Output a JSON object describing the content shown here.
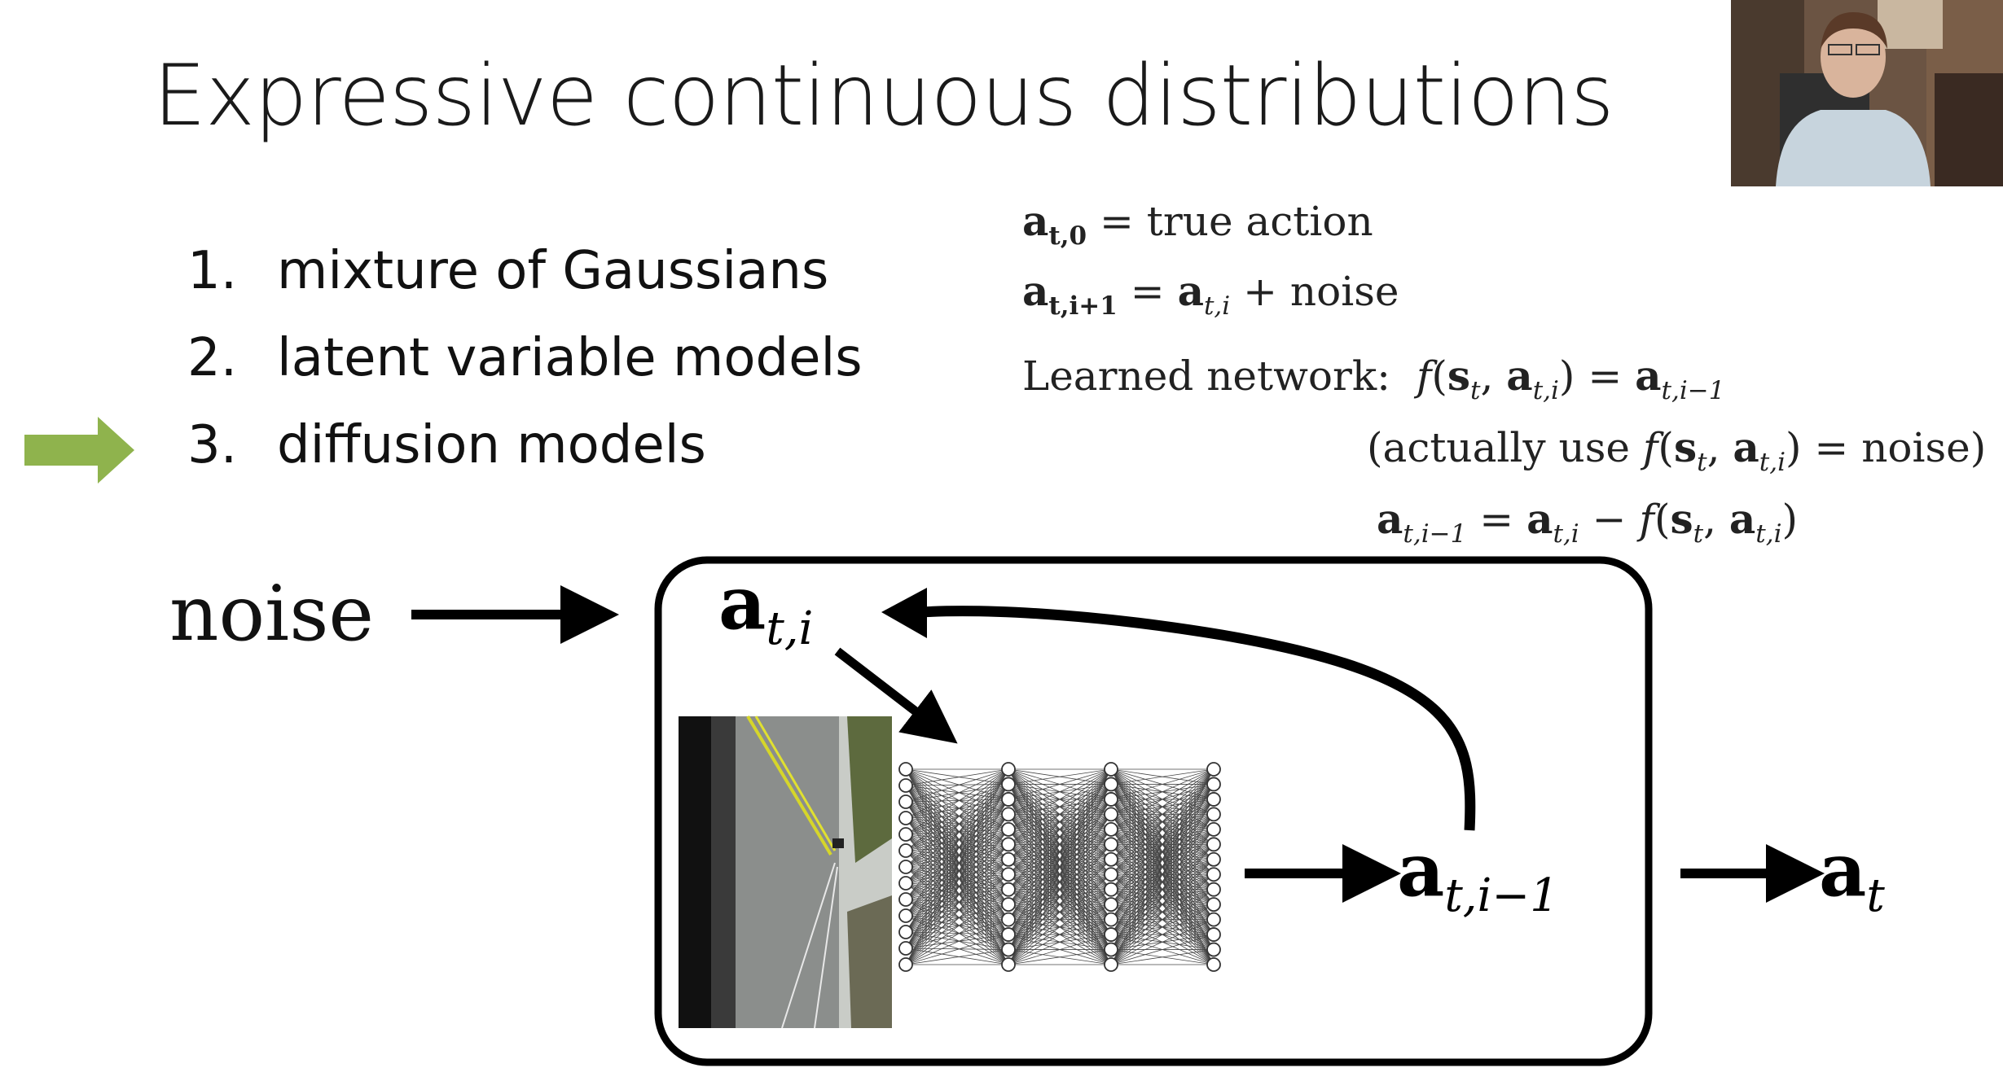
{
  "slide": {
    "title": "Expressive continuous distributions",
    "list": [
      {
        "num": "1.",
        "label": "mixture of Gaussians"
      },
      {
        "num": "2.",
        "label": "latent variable models"
      },
      {
        "num": "3.",
        "label": "diffusion models"
      }
    ],
    "highlight_color": "#8fb34d"
  },
  "equations": {
    "line1": {
      "lhs_bold": "a",
      "lhs_sub": "t,0",
      "rhs": "= true action"
    },
    "line2": {
      "lhs_bold": "a",
      "lhs_sub": "t,i+1",
      "eq": "=",
      "rhs_bold": "a",
      "rhs_sub": "t,i",
      "rhs_tail": "+ noise"
    },
    "line3": {
      "prefix": "Learned network:",
      "func": "f",
      "arg1_bold": "s",
      "arg1_sub": "t",
      "arg2_bold": "a",
      "arg2_sub": "t,i",
      "eq": "=",
      "out_bold": "a",
      "out_sub": "t,i−1"
    },
    "line4": {
      "prefix": "(actually use",
      "func": "f",
      "arg1_bold": "s",
      "arg1_sub": "t",
      "arg2_bold": "a",
      "arg2_sub": "t,i",
      "rhs": "= noise)"
    },
    "line5": {
      "lhs_bold": "a",
      "lhs_sub": "t,i−1",
      "eq": "=",
      "mid_bold": "a",
      "mid_sub": "t,i",
      "minus": "−",
      "func": "f",
      "arg1_bold": "s",
      "arg1_sub": "t",
      "arg2_bold": "a",
      "arg2_sub": "t,i"
    }
  },
  "diagram": {
    "input_label": "noise",
    "state": {
      "bold": "a",
      "sub": "t,i"
    },
    "output_step": {
      "bold": "a",
      "sub": "t,i−1"
    },
    "final": {
      "bold": "a",
      "sub": "t"
    }
  }
}
